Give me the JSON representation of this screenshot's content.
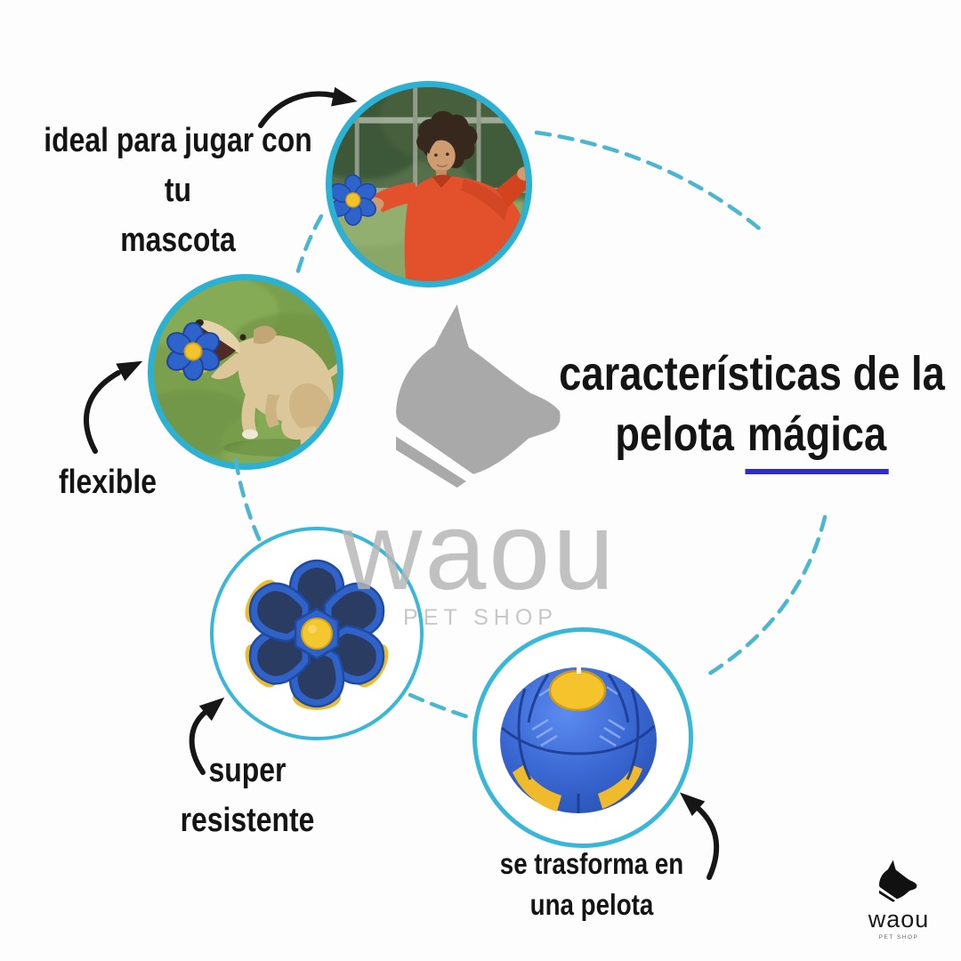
{
  "title": {
    "line1": "características de la",
    "line2_plain": "pelota",
    "line2_underlined": "mágica"
  },
  "callouts": {
    "play": {
      "line1": "ideal para jugar con tu",
      "line2": "mascota"
    },
    "flexible": {
      "label": "flexible"
    },
    "resistant": {
      "line1": "super",
      "line2": "resistente"
    },
    "transform": {
      "line1": "se trasforma en",
      "line2": "una pelota"
    }
  },
  "watermark": {
    "brand": "waou",
    "tagline": "PET SHOP"
  },
  "footer_logo": {
    "brand": "waou",
    "tagline": "PET SHOP"
  },
  "colors": {
    "circle_border_teal": "#2bb1d4",
    "dashed_connector": "#4ab7d2",
    "underline_blue": "#2f2ccd",
    "text_black": "#141414",
    "watermark_gray": "#b5b5b5",
    "logo_gray": "#a9a9a9",
    "toy_blue": "#2f63c9",
    "toy_navy": "#2b3c63",
    "toy_yellow": "#f2c62c",
    "shirt_orange": "#e3512c"
  },
  "icons": {
    "center_logo": "dog-head-icon",
    "footer": "dog-head-icon"
  }
}
